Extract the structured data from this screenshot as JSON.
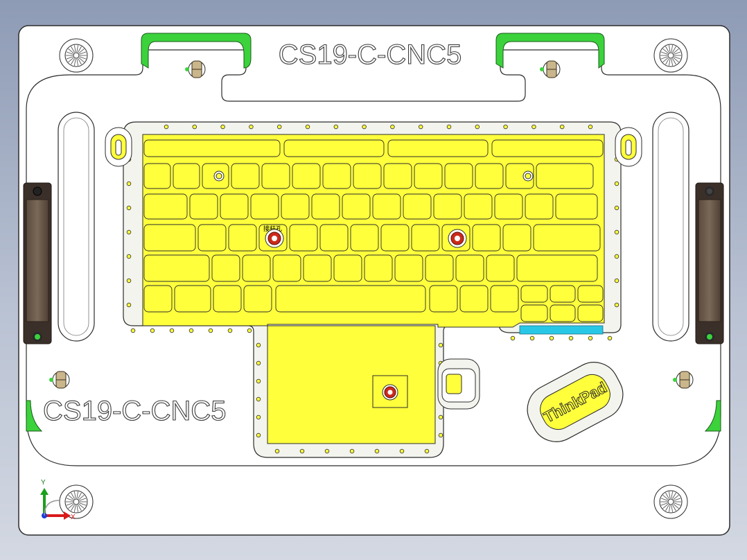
{
  "fixture": {
    "part_number_top": "CS19-C-CNC5",
    "part_number_bottom": "CS19-C-CNC5",
    "logo_text": "ThinkPad",
    "pin_label": "接杆孔"
  },
  "triad": {
    "x_label": "X",
    "y_label": "Y"
  },
  "colors": {
    "background_top": "#8e9bb5",
    "plate": "#ffffff",
    "outline": "#2b2b2b",
    "keyboard_fill": "#ffff3c",
    "clamp_green": "#3cd23c",
    "clamp_brown": "#6b5a4c",
    "accent_cyan": "#29c7e6",
    "pin_red": "#cc2a1a"
  },
  "key_rows": [
    [
      108,
      128,
      54,
      128,
      110,
      128,
      130,
      128,
      130,
      136,
      128,
      128,
      130,
      130,
      128,
      128,
      98,
      128
    ],
    [
      58,
      128,
      40,
      128,
      42,
      128,
      42,
      128,
      42,
      128,
      42,
      128,
      42,
      128,
      42,
      128,
      42,
      128,
      42,
      128,
      42,
      128,
      42,
      128,
      42,
      128,
      82,
      128
    ],
    [
      72,
      128,
      40,
      128,
      42,
      128,
      42,
      128,
      42,
      128,
      42,
      128,
      42,
      128,
      42,
      128,
      42,
      128,
      42,
      128,
      42,
      128,
      42,
      128,
      62,
      128
    ],
    [
      68,
      128,
      40,
      128,
      42,
      128,
      42,
      128,
      42,
      128,
      42,
      128,
      42,
      128,
      42,
      128,
      42,
      128,
      42,
      128,
      42,
      128,
      92,
      128
    ],
    [
      92,
      128,
      40,
      128,
      42,
      128,
      42,
      128,
      40,
      128,
      40,
      128,
      40,
      128,
      40,
      128,
      40,
      128,
      40,
      128,
      40,
      128,
      40,
      128,
      92,
      128
    ]
  ],
  "rows_spec": [
    {
      "widths": [
        92,
        40,
        42,
        42,
        42,
        42,
        42,
        42,
        42,
        42,
        42,
        42,
        42,
        42
      ]
    }
  ]
}
